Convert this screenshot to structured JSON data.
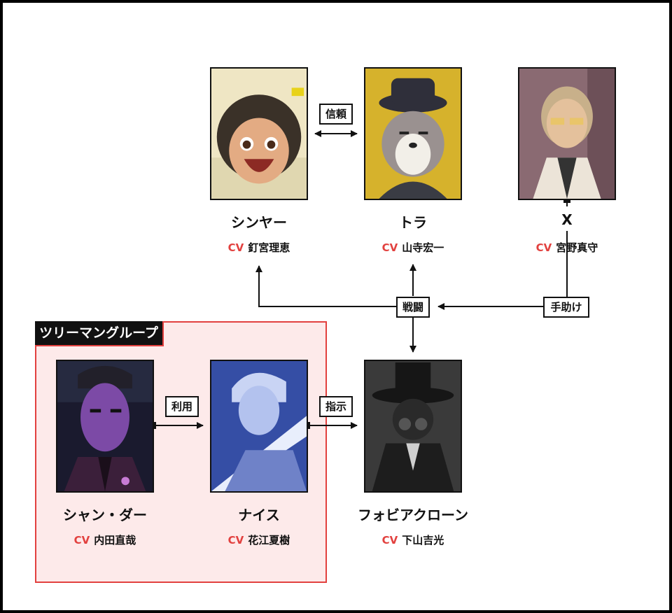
{
  "group": {
    "label": "ツリーマングループ"
  },
  "characters": {
    "shinya": {
      "name": "シンヤー",
      "cv_tag": "CV",
      "cv": "釘宮理恵"
    },
    "tora": {
      "name": "トラ",
      "cv_tag": "CV",
      "cv": "山寺宏一"
    },
    "x": {
      "name": "X",
      "cv_tag": "CV",
      "cv": "宮野真守"
    },
    "shan_dar": {
      "name": "シャン・ダー",
      "cv_tag": "CV",
      "cv": "内田直哉"
    },
    "nice": {
      "name": "ナイス",
      "cv_tag": "CV",
      "cv": "花江夏樹"
    },
    "phobia_clone": {
      "name": "フォビアクローン",
      "cv_tag": "CV",
      "cv": "下山吉光"
    }
  },
  "relations": {
    "trust": "信頼",
    "battle": "戦闘",
    "help": "手助け",
    "use": "利用",
    "instruct": "指示"
  },
  "colors": {
    "accent": "#e2413f",
    "group_bg": "#fdeaea",
    "ink": "#111111"
  }
}
